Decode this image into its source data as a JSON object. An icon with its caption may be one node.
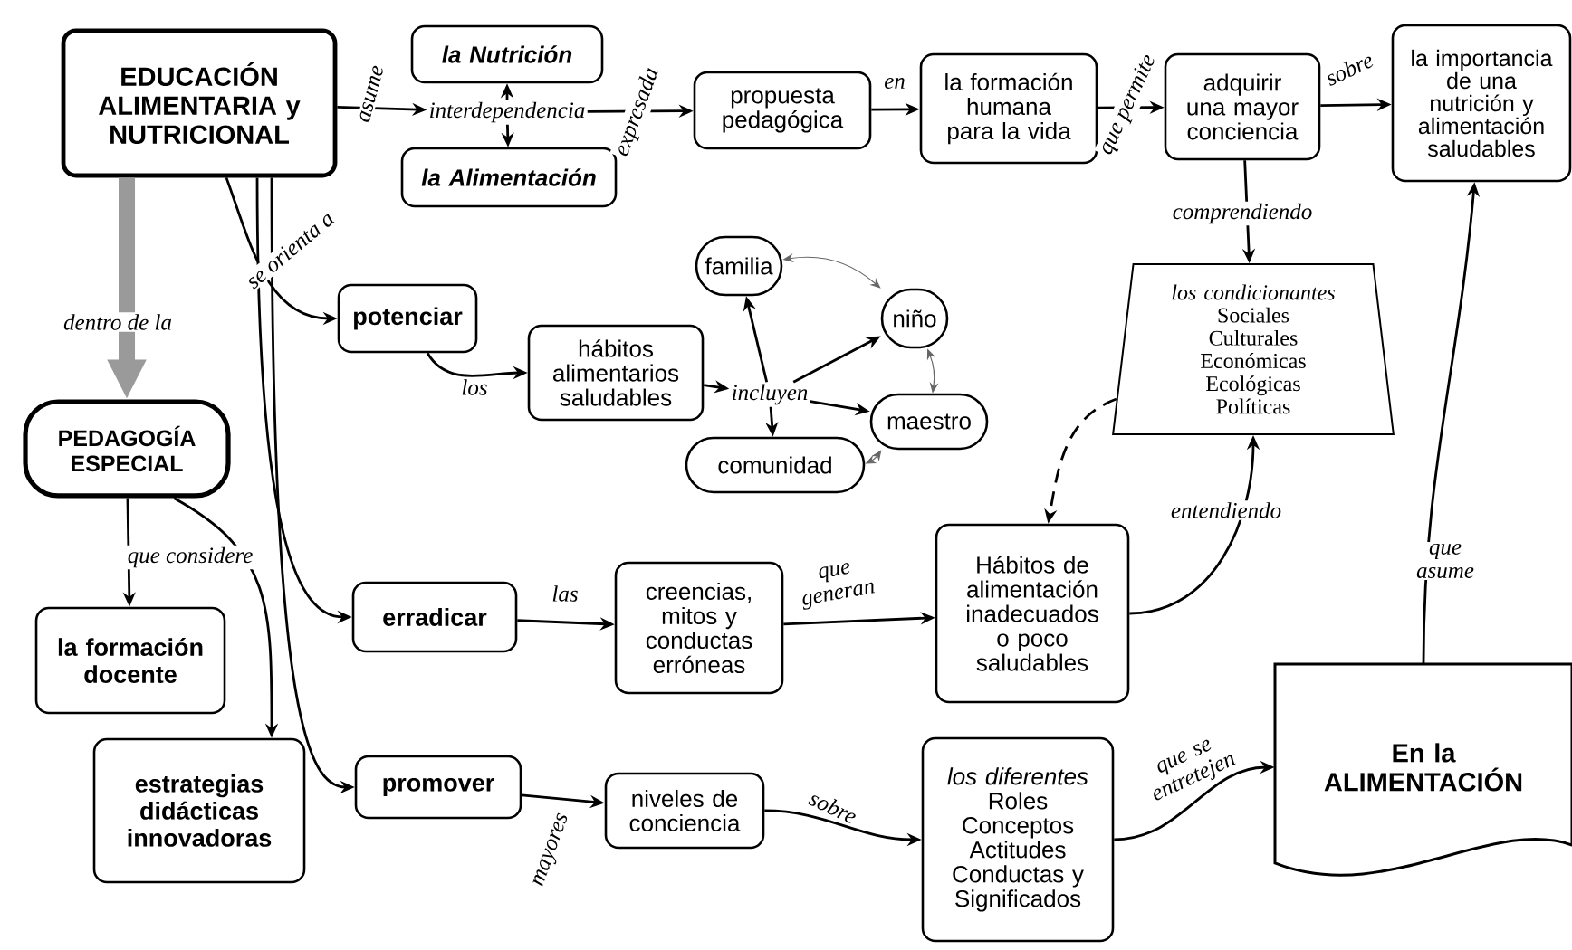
{
  "diagram": {
    "nodes": [
      {
        "text": [
          "EDUCACIÓN ALIMENTARIA y NUTRICIONAL"
        ]
      },
      {
        "text": [
          "la Nutrición"
        ]
      },
      {
        "text": [
          "interdependencia"
        ]
      },
      {
        "text": [
          "la Alimentación"
        ]
      },
      {
        "text": [
          "propuesta pedagógica"
        ]
      },
      {
        "text": [
          "la formación humana para la vida"
        ]
      },
      {
        "text": [
          "adquirir una mayor conciencia"
        ]
      },
      {
        "text": [
          "la importancia de una nutrición y alimentación saludables"
        ]
      },
      {
        "text": [
          "los condicionantes",
          "Sociales",
          "Culturales",
          "Económicas",
          "Ecológicas",
          "Políticas"
        ]
      },
      {
        "text": [
          "PEDAGOGÍA ESPECIAL"
        ]
      },
      {
        "text": [
          "potenciar"
        ]
      },
      {
        "text": [
          "hábitos alimentarios saludables"
        ]
      },
      {
        "text": [
          "incluyen"
        ]
      },
      {
        "text": [
          "familia"
        ]
      },
      {
        "text": [
          "niño"
        ]
      },
      {
        "text": [
          "maestro"
        ]
      },
      {
        "text": [
          "comunidad"
        ]
      },
      {
        "text": [
          "la formación docente"
        ]
      },
      {
        "text": [
          "estrategias didácticas innovadoras"
        ]
      },
      {
        "text": [
          "erradicar"
        ]
      },
      {
        "text": [
          "creencias, mitos y conductas erróneas"
        ]
      },
      {
        "text": [
          "Hábitos de alimentación inadecuados o poco saludables"
        ]
      },
      {
        "text": [
          "promover"
        ]
      },
      {
        "text": [
          "niveles de conciencia"
        ]
      },
      {
        "text": [
          "los diferentes",
          "Roles",
          "Conceptos",
          "Actitudes",
          "Conductas y Significados"
        ]
      },
      {
        "text": [
          "En la ALIMENTACIÓN"
        ]
      }
    ],
    "edges": [
      {
        "from": 0,
        "to": 2,
        "arrow": "to",
        "label": "asume"
      },
      {
        "from": 2,
        "to": 1,
        "arrow": "to"
      },
      {
        "from": 2,
        "to": 3,
        "arrow": "to"
      },
      {
        "from": 2,
        "to": 4,
        "arrow": "to",
        "label": "expresada"
      },
      {
        "from": 4,
        "to": 5,
        "arrow": "to",
        "label": "en"
      },
      {
        "from": 5,
        "to": 6,
        "arrow": "to",
        "label": "que permite"
      },
      {
        "from": 6,
        "to": 7,
        "arrow": "to",
        "label": "sobre"
      },
      {
        "from": 6,
        "to": 8,
        "arrow": "to",
        "label": "comprendiendo"
      },
      {
        "from": 0,
        "to": 9,
        "arrow": "to",
        "label": "dentro de la",
        "style": "thick",
        "color": "#9a9a9a"
      },
      {
        "from": 0,
        "to": 10,
        "arrow": "to",
        "label": "se orienta a"
      },
      {
        "from": 0,
        "to": 19,
        "arrow": "to"
      },
      {
        "from": 0,
        "to": 22,
        "arrow": "to"
      },
      {
        "from": 10,
        "to": 11,
        "arrow": "to",
        "label": "los"
      },
      {
        "from": 11,
        "to": 12,
        "arrow": "to"
      },
      {
        "from": 12,
        "to": 13,
        "arrow": "to"
      },
      {
        "from": 12,
        "to": 14,
        "arrow": "to"
      },
      {
        "from": 12,
        "to": 15,
        "arrow": "to"
      },
      {
        "from": 12,
        "to": 16,
        "arrow": "to"
      },
      {
        "from": 13,
        "to": 14,
        "arrow": "both",
        "color": "#666666"
      },
      {
        "from": 14,
        "to": 15,
        "arrow": "both",
        "color": "#666666"
      },
      {
        "from": 16,
        "to": 15,
        "arrow": "both",
        "color": "#666666"
      },
      {
        "from": 9,
        "to": 17,
        "arrow": "to",
        "label": "que considere"
      },
      {
        "from": 9,
        "to": 18,
        "arrow": "to"
      },
      {
        "from": 19,
        "to": 20,
        "arrow": "to",
        "label": "las"
      },
      {
        "from": 20,
        "to": 21,
        "arrow": "to",
        "label": "que generan"
      },
      {
        "from": 21,
        "to": 8,
        "arrow": "to",
        "label": "entendiendo"
      },
      {
        "from": 8,
        "to": 21,
        "arrow": "to",
        "style": "dashed"
      },
      {
        "from": 22,
        "to": 23,
        "arrow": "to",
        "label": "mayores"
      },
      {
        "from": 23,
        "to": 24,
        "arrow": "to",
        "label": "sobre"
      },
      {
        "from": 24,
        "to": 25,
        "arrow": "to",
        "label": "que se entretejen"
      },
      {
        "from": 25,
        "to": 7,
        "arrow": "to",
        "label": "que asume"
      }
    ]
  }
}
